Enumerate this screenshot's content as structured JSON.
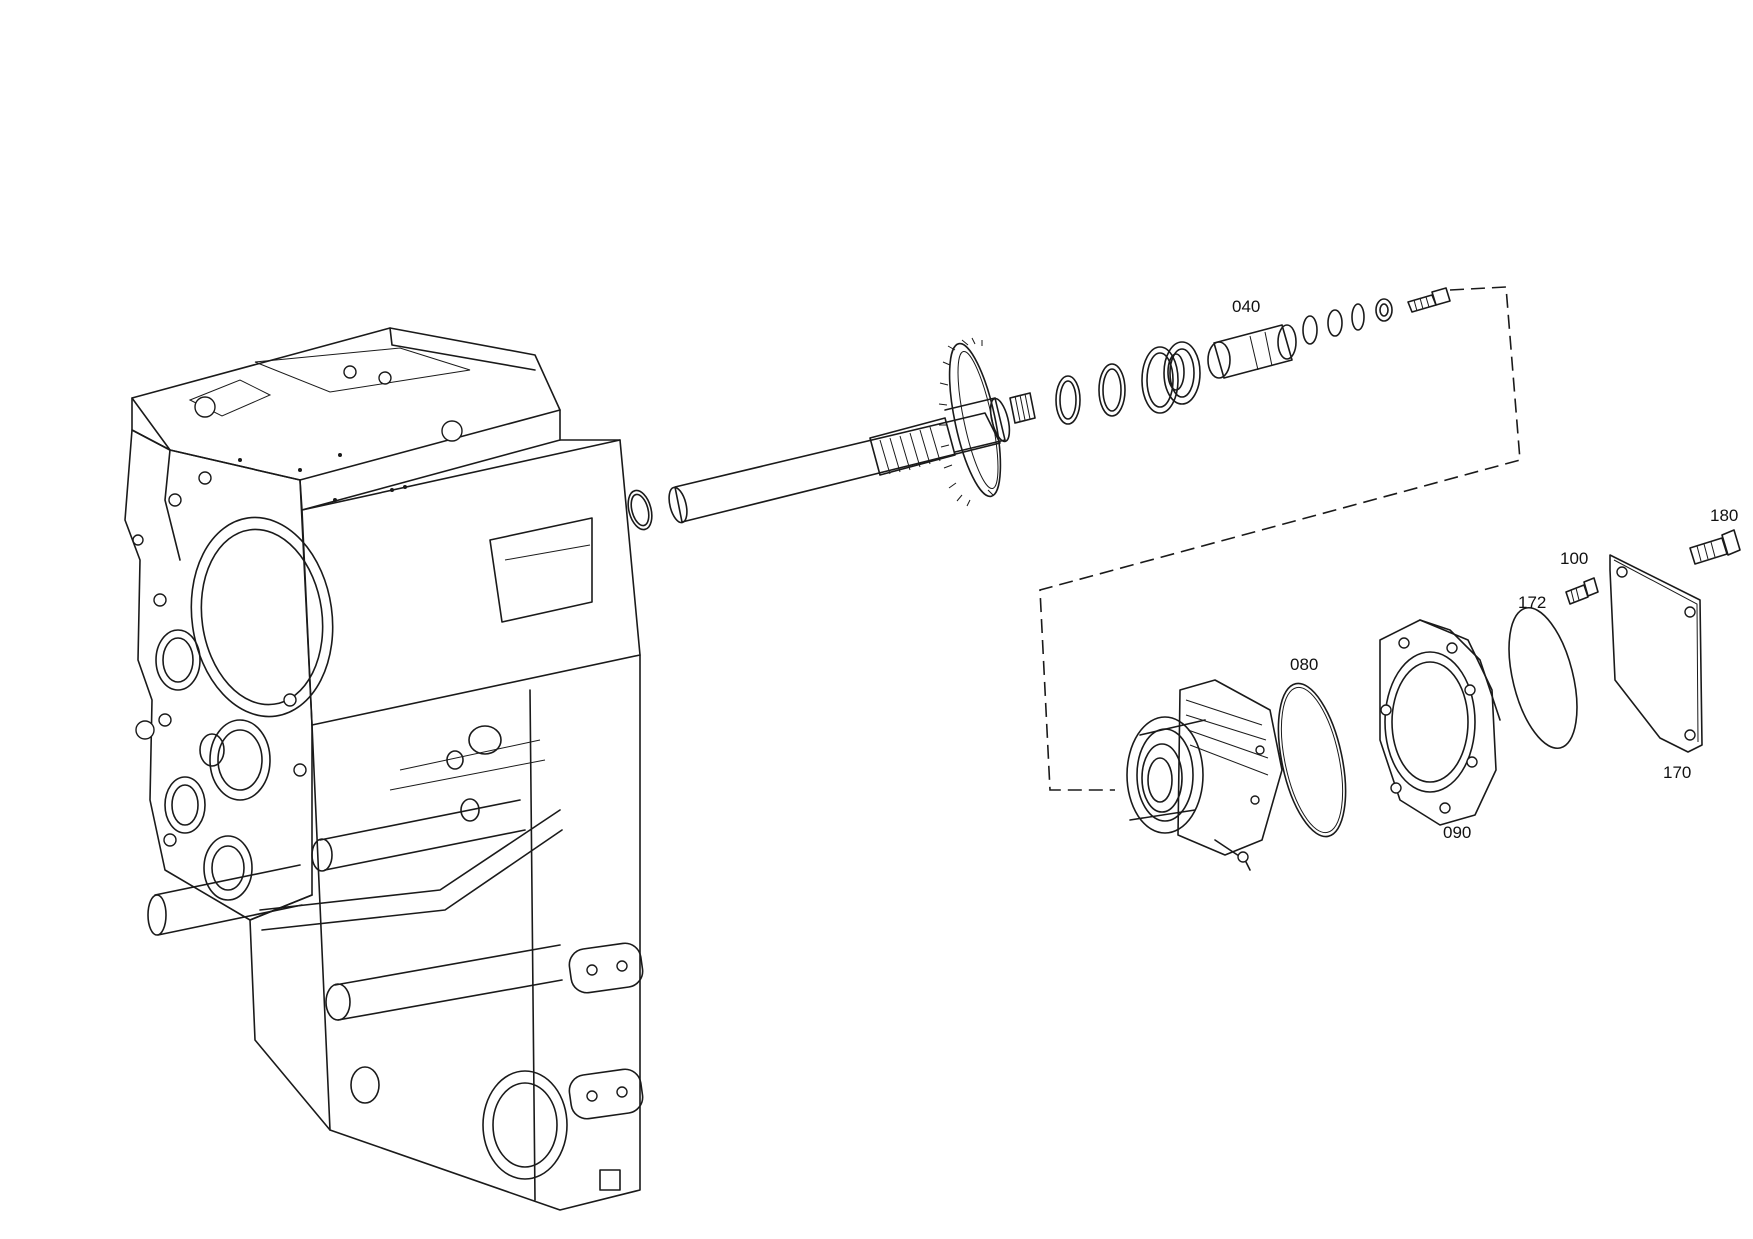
{
  "diagram": {
    "type": "exploded parts diagram",
    "callouts": [
      {
        "id": "040",
        "text": "040"
      },
      {
        "id": "080",
        "text": "080"
      },
      {
        "id": "090",
        "text": "090"
      },
      {
        "id": "100",
        "text": "100"
      },
      {
        "id": "170",
        "text": "170"
      },
      {
        "id": "172",
        "text": "172"
      },
      {
        "id": "180",
        "text": "180"
      }
    ]
  }
}
